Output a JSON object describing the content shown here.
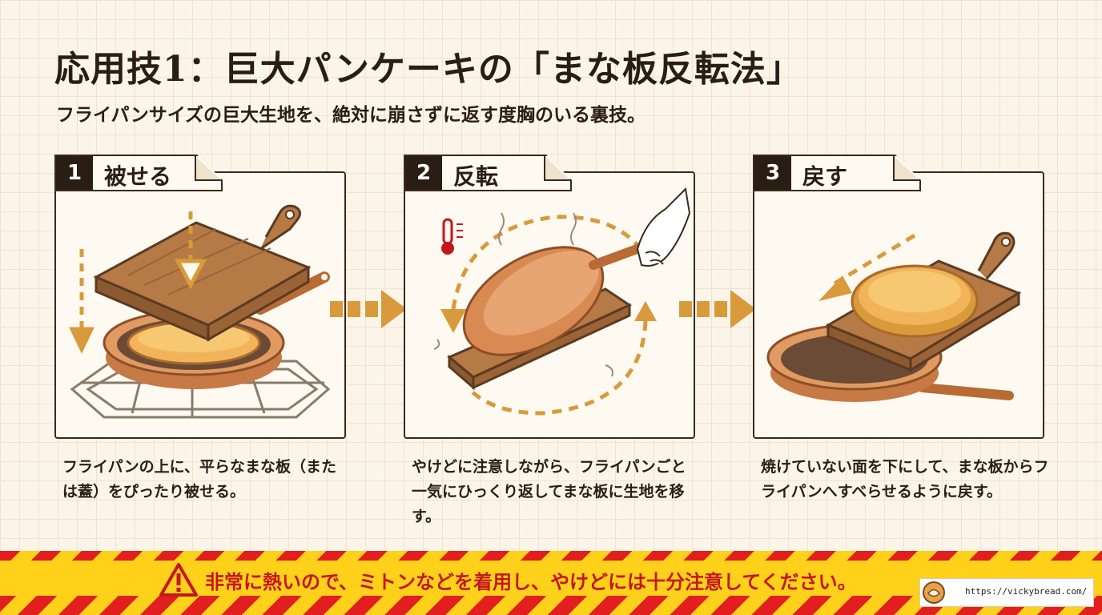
{
  "title": "応用技1：巨大パンケーキの「まな板反転法」",
  "subtitle": "フライパンサイズの巨大生地を、絶対に崩さずに返す度胸のいる裏技。",
  "steps": [
    {
      "number": "1",
      "label": "被せる",
      "description": "フライパンの上に、平らなまな板（または蓋）をぴったり被せる。"
    },
    {
      "number": "2",
      "label": "反転",
      "description": "やけどに注意しながら、フライパンごと一気にひっくり返してまな板に生地を移す。"
    },
    {
      "number": "3",
      "label": "戻す",
      "description": "焼けていない面を下にして、まな板からフライパンへすべらせるように戻す。"
    }
  ],
  "warning": {
    "text": "非常に熱いので、ミトンなどを着用し、やけどには十分注意してください。",
    "icon": "warning-triangle-icon"
  },
  "footer": {
    "url": "https://vickybread.com/"
  },
  "colors": {
    "accent": "#d99a3c",
    "dark": "#2a1d14",
    "warning_red": "#c4161c",
    "warning_yellow": "#ffd11a"
  }
}
